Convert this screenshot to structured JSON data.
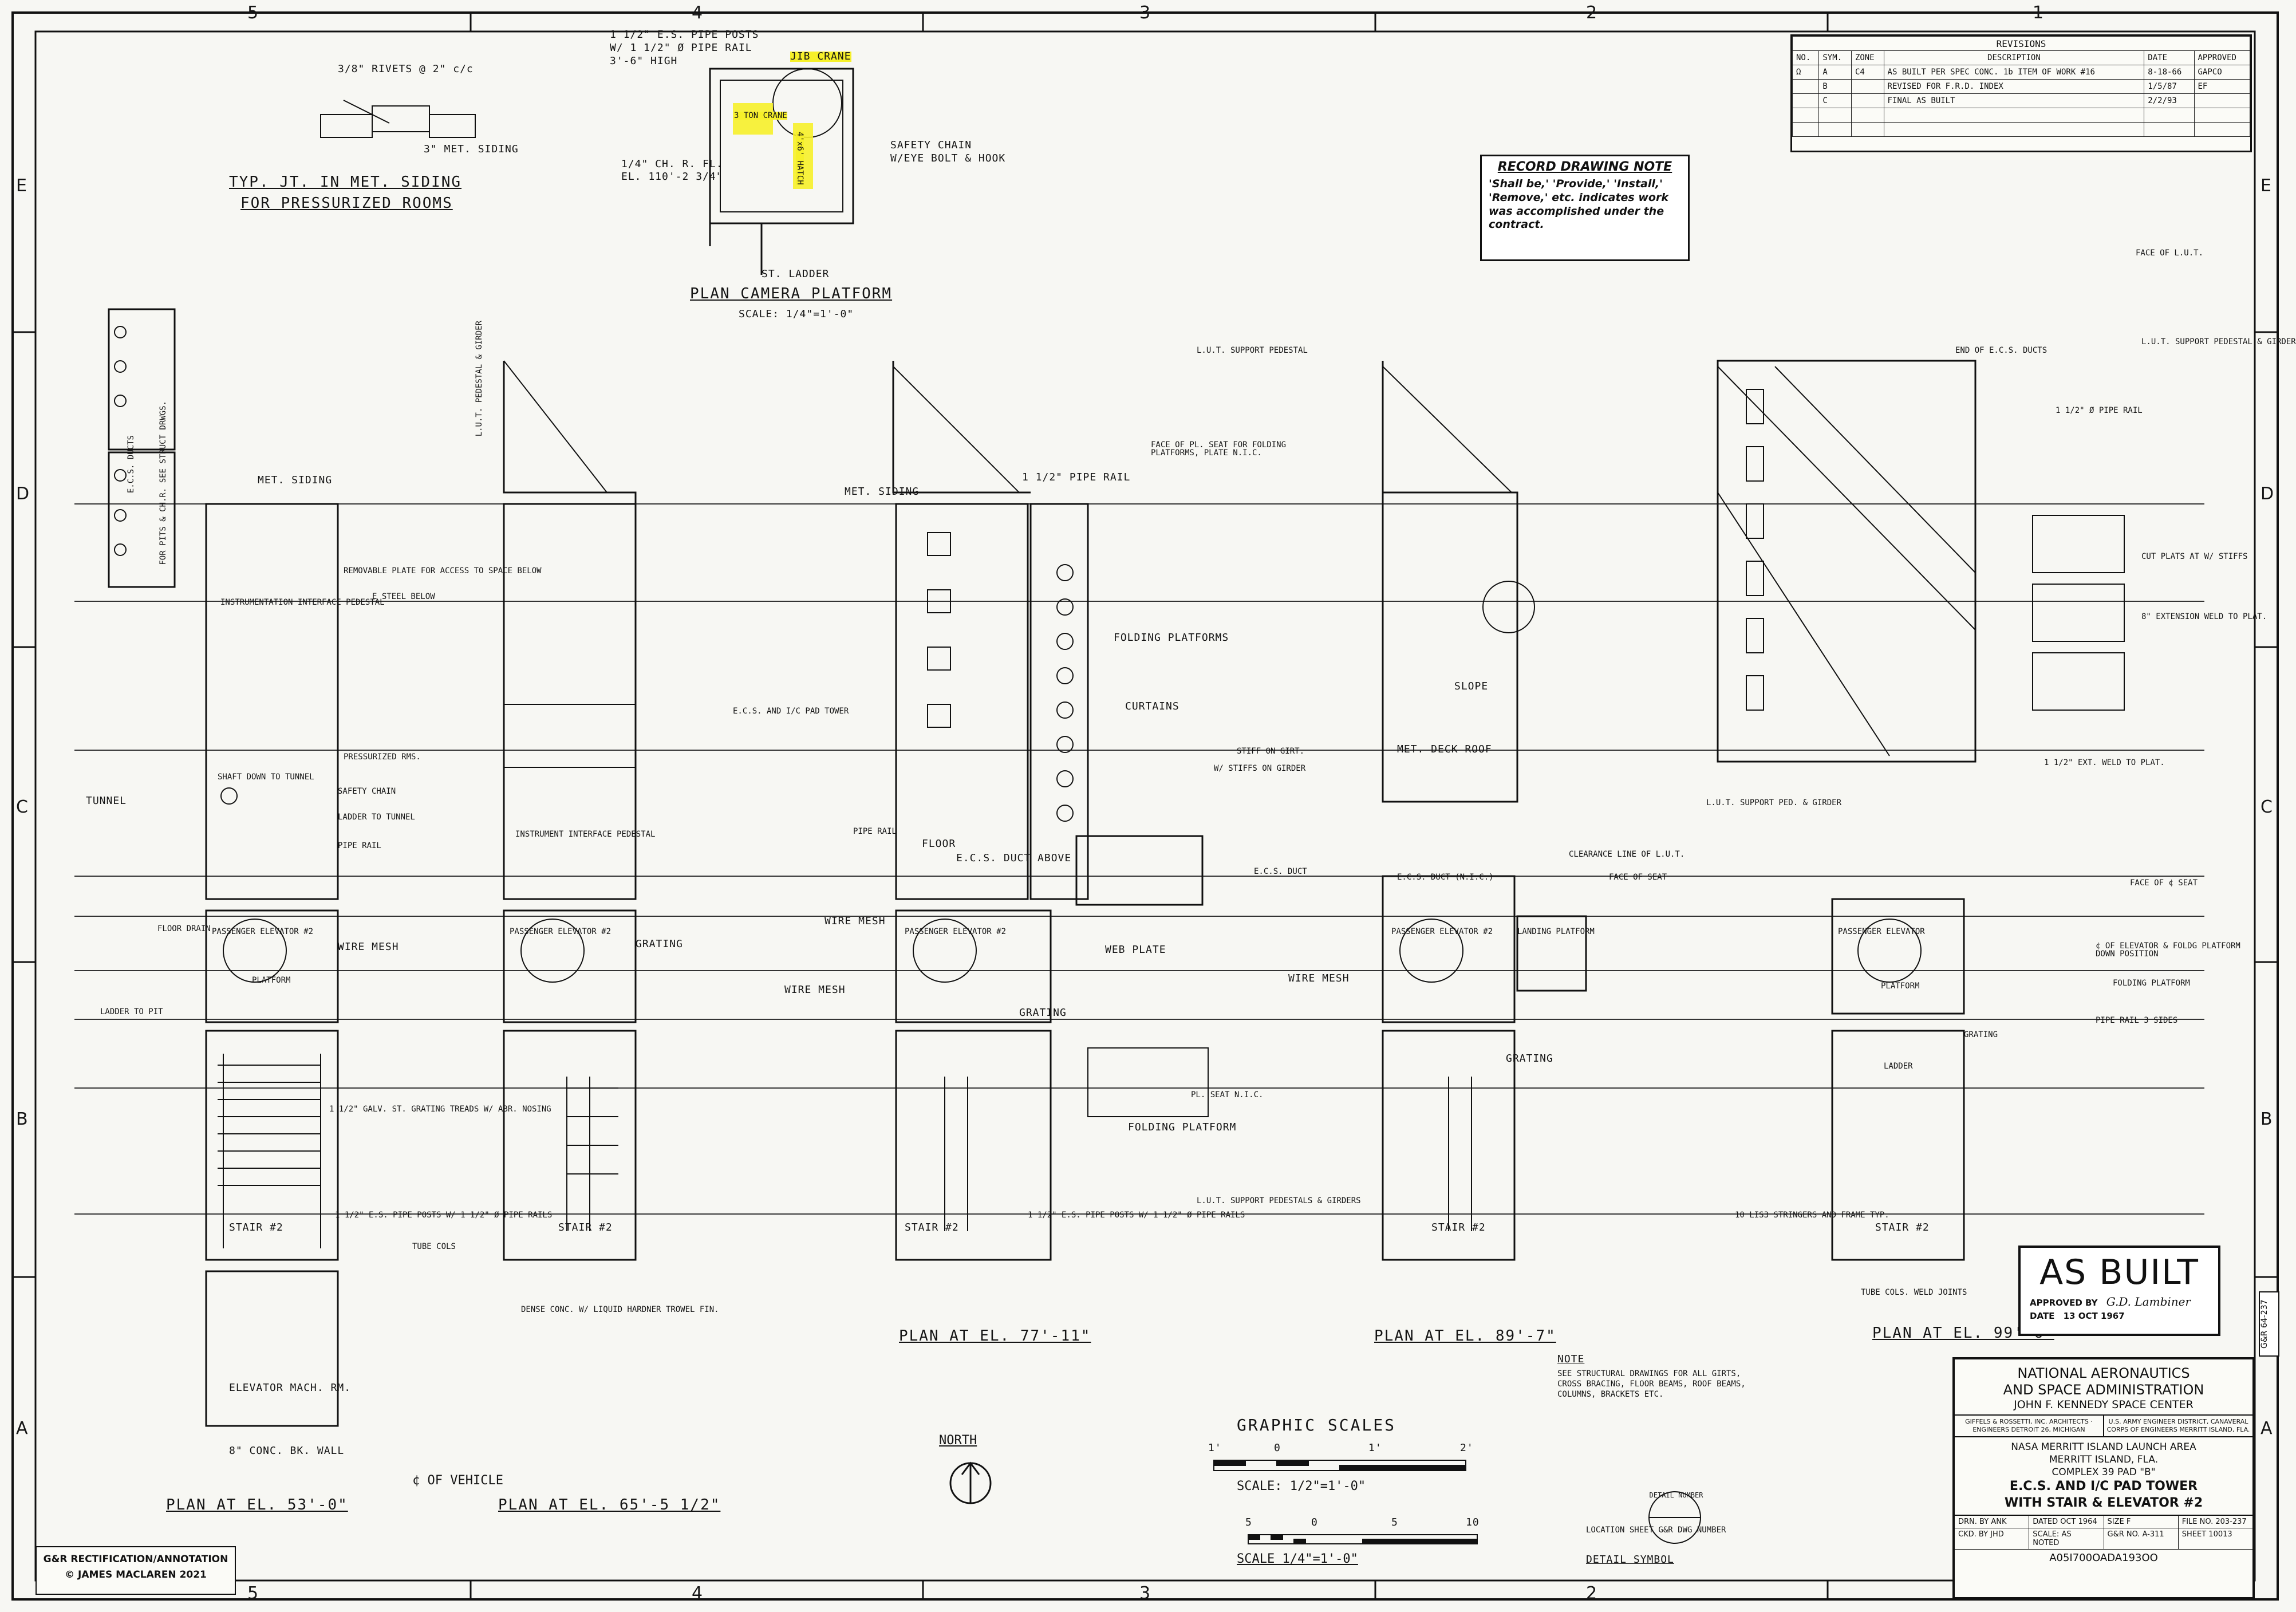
{
  "border": {
    "top_columns": [
      "5",
      "4",
      "3",
      "2",
      "1"
    ],
    "side_rows": [
      "E",
      "D",
      "C",
      "B",
      "A"
    ]
  },
  "revisions": {
    "title": "REVISIONS",
    "headers": [
      "NO.",
      "SYM.",
      "ZONE",
      "DESCRIPTION",
      "DATE",
      "APPROVED"
    ],
    "rows": [
      {
        "no": "Ω",
        "sym": "A",
        "zone": "C4",
        "desc": "AS BUILT PER SPEC CONC. 1b ITEM OF WORK #16",
        "date": "8-18-66",
        "approved": "GAPCO"
      },
      {
        "no": "",
        "sym": "B",
        "zone": "",
        "desc": "REVISED FOR F.R.D. INDEX",
        "date": "1/5/87",
        "approved": "EF"
      },
      {
        "no": "",
        "sym": "C",
        "zone": "",
        "desc": "FINAL AS BUILT",
        "date": "2/2/93",
        "approved": ""
      }
    ]
  },
  "record_note": {
    "heading": "RECORD DRAWING NOTE",
    "body": "'Shall be,' 'Provide,' 'Install,' 'Remove,' etc. indicates work was accomplished under the contract."
  },
  "detail_top_left": {
    "title_line1": "TYP. JT. IN MET. SIDING",
    "title_line2": "FOR PRESSURIZED ROOMS",
    "rivets": "3/8\" RIVETS @ 2\" c/c",
    "siding": "3\" MET. SIDING"
  },
  "camera_platform": {
    "title": "PLAN CAMERA PLATFORM",
    "scale": "SCALE: 1/4\"=1'-0\"",
    "callouts": [
      "1 1/2\" E.S. PIPE POSTS",
      "W/ 1 1/2\" Ø PIPE RAIL",
      "3'-6\" HIGH",
      "JIB CRANE",
      "SAFETY CHAIN",
      "W/EYE BOLT & HOOK",
      "1/4\" CH. R. FL.",
      "EL. 110'-2 3/4\"",
      "ST. LADDER"
    ],
    "highlighted": [
      "JIB CRANE",
      "3 TON CRANE",
      "4'x6' HATCH"
    ]
  },
  "plans": [
    {
      "title": "PLAN AT EL. 53'-0\"",
      "labels": [
        "E.C.S. DUCTS",
        "FOR PITS & CH.R. SEE STRUCT DRWGS.",
        "MET. SIDING",
        "INSTRUMENTATION INTERFACE PEDESTAL",
        "SHAFT DOWN TO TUNNEL",
        "SAFETY CHAIN",
        "LADDER TO TUNNEL",
        "PIPE RAIL",
        "TUNNEL",
        "FLOOR DRAIN",
        "PASSENGER ELEVATOR #2",
        "PLATFORM",
        "LADDER TO PIT",
        "WIRE MESH",
        "STAIR #2",
        "TUBE COLS",
        "ELEVATOR MACH. RM.",
        "8\" CONC. BK. WALL"
      ]
    },
    {
      "title": "PLAN AT EL. 65'-5 1/2\"",
      "labels": [
        "L.U.T. PEDESTAL & GIRDER",
        "REMOVABLE PLATE FOR ACCESS TO SPACE BELOW",
        "E STEEL BELOW",
        "PRESSURIZED RMS.",
        "INSTRUMENT INTERFACE PEDESTAL",
        "WIRE MESH",
        "PASSENGER ELEVATOR #2",
        "GRATING",
        "1 1/2\" GALV. ST. GRATING TREADS W/ ABR. NOSING",
        "1 1/2\" E.S. PIPE POSTS W/ 1 1/2\" Ø PIPE RAILS",
        "STAIR #2",
        "DENSE CONC. W/ LIQUID HARDNER TROWEL FIN.",
        "¢ OF VEHICLE"
      ]
    },
    {
      "title": "PLAN AT EL. 77'-11\"",
      "labels": [
        "L.U.T. SUPPORT PEDESTAL",
        "FACE OF PL. SEAT FOR FOLDING PLATFORMS, PLATE N.I.C.",
        "1 1/2\" PIPE RAIL",
        "MET. SIDING",
        "FOLDING PLATFORMS",
        "CURTAINS",
        "E.C.S. AND I/C PAD TOWER",
        "STIFF ON GIRT.",
        "W/ STIFFS ON GIRDER",
        "E.C.S. DUCT",
        "E.C.S. DUCT ABOVE",
        "FLOOR",
        "PIPE RAIL",
        "WIRE MESH",
        "PASSENGER ELEVATOR #2",
        "WEB PLATE",
        "GRATING",
        "PL. SEAT N.I.C.",
        "FOLDING PLATFORM",
        "L.U.T. SUPPORT PEDESTALS & GIRDERS",
        "1 1/2\" E.S. PIPE POSTS W/ 1 1/2\" Ø PIPE RAILS",
        "STAIR #2"
      ]
    },
    {
      "title": "PLAN AT EL. 89'-7\"",
      "labels": [
        "SLOPE",
        "MET. DECK ROOF",
        "CLEARANCE LINE OF L.U.T.",
        "E.C.S. DUCT (N.I.C.)",
        "FACE OF SEAT",
        "PASSENGER ELEVATOR #2",
        "LANDING PLATFORM",
        "WIRE MESH",
        "GRATING",
        "STAIR #2"
      ]
    },
    {
      "title": "PLAN AT EL. 99'-6\"",
      "labels": [
        "FACE OF L.U.T.",
        "L.U.T. SUPPORT PEDESTAL & GIRDER",
        "END OF E.C.S. DUCTS",
        "1 1/2\" Ø PIPE RAIL",
        "CUT PLATS AT W/ STIFFS",
        "8\" EXTENSION WELD TO PLAT.",
        "1 1/2\" EXT. WELD TO PLAT.",
        "L.U.T. SUPPORT PED. & GIRDER",
        "FACE OF ¢ SEAT",
        "¢ OF ELEVATOR & FOLDG PLATFORM DOWN POSITION",
        "FOLDING PLATFORM",
        "PIPE RAIL 3 SIDES",
        "PASSENGER ELEVATOR",
        "PLATFORM",
        "GRATING",
        "LADDER",
        "10 LIS3 STRINGERS AND FRAME TYP.",
        "TUBE COLS. WELD JOINTS",
        "STAIR #2"
      ]
    }
  ],
  "north": "NORTH",
  "graphic_scales": {
    "title": "GRAPHIC SCALES",
    "scale1": "SCALE: 1/2\"=1'-0\"",
    "scale2": "SCALE 1/4\"=1'-0\"",
    "ticks1": [
      "1'",
      "0",
      "1'",
      "2'"
    ],
    "ticks2": [
      "5",
      "0",
      "5",
      "10"
    ]
  },
  "general_note": {
    "heading": "NOTE",
    "body": "SEE STRUCTURAL DRAWINGS FOR ALL GIRTS, CROSS BRACING, FLOOR BEAMS, ROOF BEAMS, COLUMNS, BRACKETS ETC."
  },
  "detail_symbol": {
    "top": "DETAIL NUMBER",
    "bottom": "LOCATION SHEET G&R DWG NUMBER",
    "title": "DETAIL SYMBOL"
  },
  "as_built": {
    "big": "AS BUILT",
    "approved_by": "APPROVED BY",
    "signature": "G.D. Lambiner",
    "date_label": "DATE",
    "date": "13 OCT 1967"
  },
  "title_block": {
    "agency1": "NATIONAL AERONAUTICS",
    "agency2": "AND SPACE ADMINISTRATION",
    "center": "JOHN F. KENNEDY SPACE CENTER",
    "firm_left": "GIFFELS & ROSSETTI, INC. ARCHITECTS · ENGINEERS DETROIT 26, MICHIGAN",
    "firm_right": "U.S. ARMY ENGINEER DISTRICT, CANAVERAL CORPS OF ENGINEERS MERRITT ISLAND, FLA.",
    "project1": "NASA MERRITT ISLAND LAUNCH AREA",
    "project2": "MERRITT ISLAND, FLA.",
    "project3": "COMPLEX 39    PAD \"B\"",
    "sheet_title1": "E.C.S. AND I/C PAD TOWER",
    "sheet_title2": "WITH STAIR & ELEVATOR #2",
    "drawn_label": "DRN. BY",
    "drawn": "ANK",
    "checked_label": "CKD. BY",
    "checked": "JHD",
    "dated_label": "DATED",
    "dated": "OCT 1964",
    "size_label": "SIZE",
    "size": "F",
    "file_no_label": "FILE NO.",
    "file_no": "203-237",
    "scale": "SCALE: AS NOTED",
    "gr_no": "G&R NO. A-311",
    "sheet_label": "SHEET",
    "sheet": "10013",
    "doc_id": "A05I700OADA193OO"
  },
  "credit": {
    "line1": "G&R RECTIFICATION/ANNOTATION",
    "line2": "© JAMES MACLAREN 2021"
  },
  "side_tag": "G&R 64-237"
}
